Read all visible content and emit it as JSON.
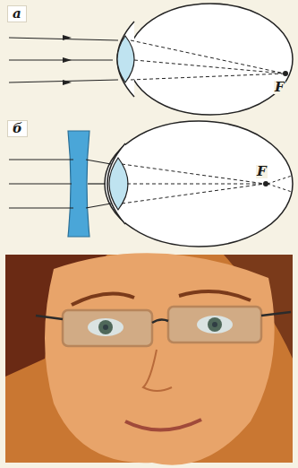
{
  "diagram": {
    "labels": [
      "а",
      "F",
      "б",
      "F"
    ]
  }
}
